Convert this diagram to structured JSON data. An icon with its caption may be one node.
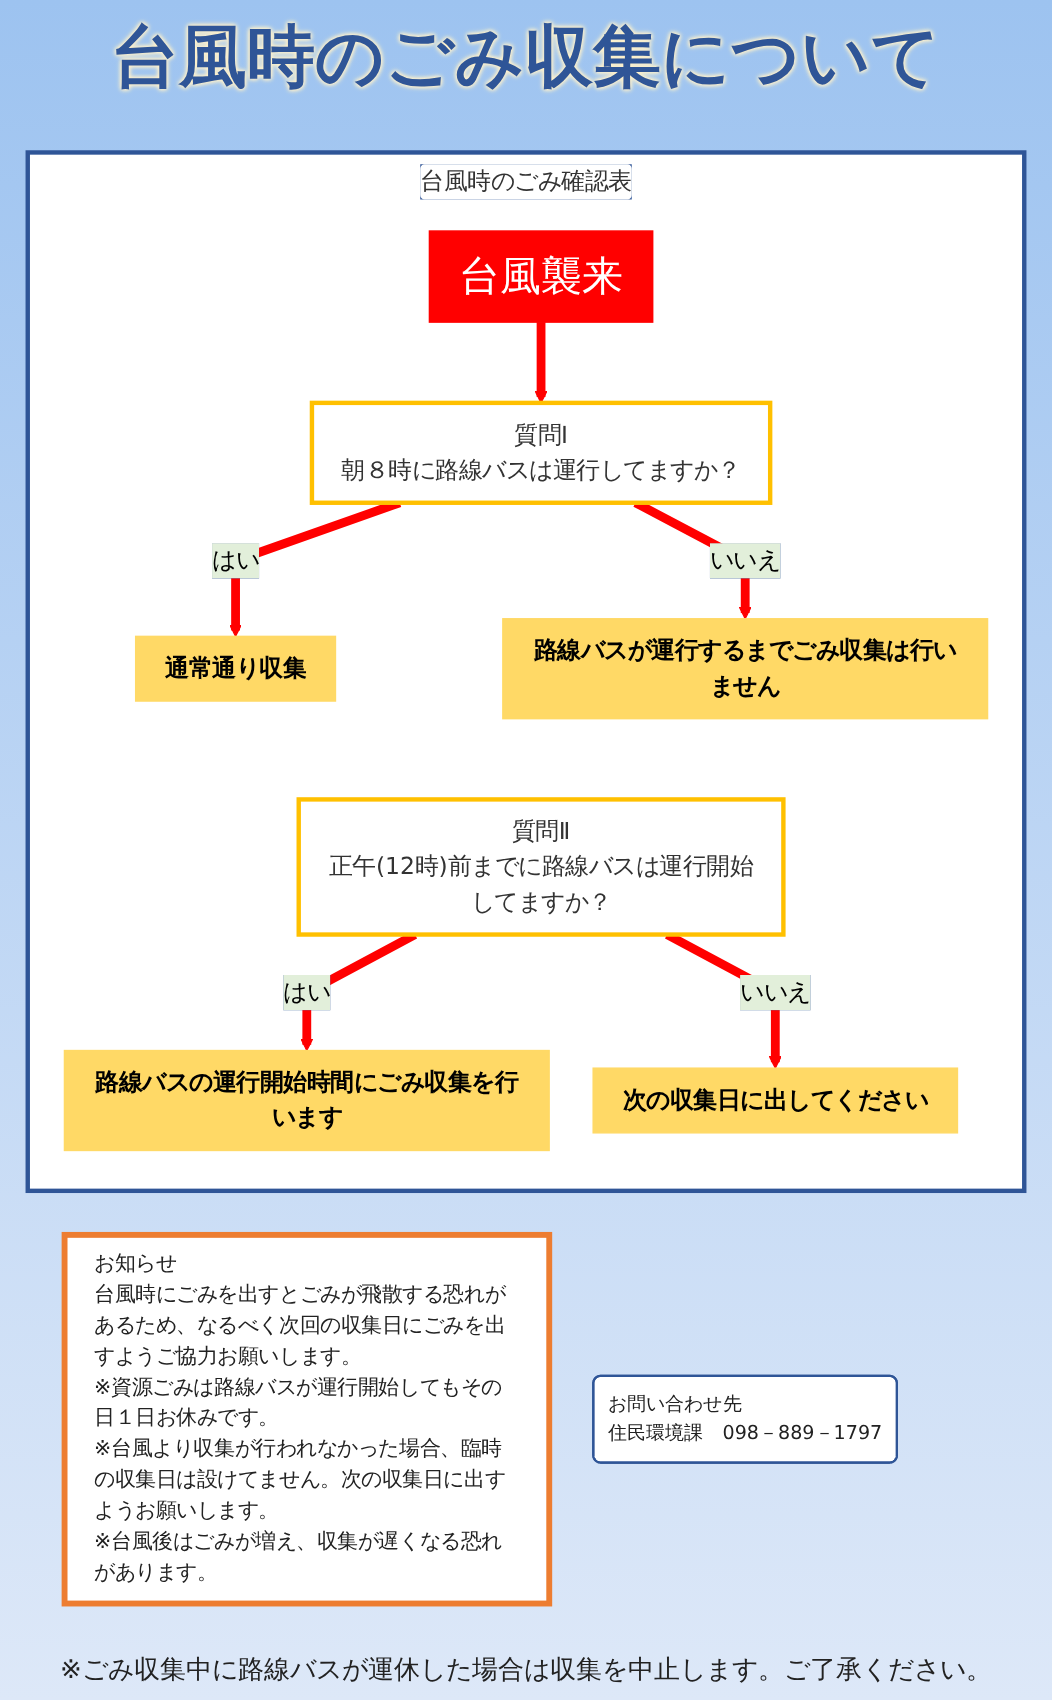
{
  "diagram": {
    "title": "台風時のごみ収集について",
    "nodes": [
      {
        "text": [
          "台風時のごみ確認表"
        ]
      },
      {
        "text": [
          "台風襲来"
        ],
        "in": 0
      },
      {
        "text": [
          "質問Ⅰ",
          "朝８時に路線バスは運行してますか？"
        ],
        "in": 0
      },
      {
        "text": [
          "通常通り収集"
        ],
        "in": 0
      },
      {
        "text": [
          "路線バスが運行するまでごみ収集は行いません"
        ],
        "in": 0
      },
      {
        "text": [
          "質問Ⅱ",
          "正午(12時)前までに路線バスは運行開始してますか？"
        ],
        "in": 0
      },
      {
        "text": [
          "路線バスの運行開始時間にごみ収集を行います"
        ],
        "in": 0
      },
      {
        "text": [
          "次の収集日に出してください"
        ],
        "in": 0
      },
      {
        "text": [
          "お知らせ",
          "台風時にごみを出すとごみが飛散する恐れがあるため、なるべく次回の収集日にごみを出すようご協力お願いします。",
          "※資源ごみは路線バスが運行開始してもその日１日お休みです。",
          "※台風より収集が行われなかった場合、臨時の収集日は設けてません。次の収集日に出すようお願いします。",
          "※台風後はごみが増え、収集が遅くなる恐れがあります。"
        ]
      },
      {
        "text": [
          "お問い合わせ先",
          "住民環境課　098－889－1797"
        ]
      }
    ],
    "edges": [
      {
        "from": 1,
        "to": 2,
        "arrow": "to"
      },
      {
        "from": 2,
        "to": 3,
        "arrow": "to",
        "label": "はい"
      },
      {
        "from": 2,
        "to": 4,
        "arrow": "to",
        "label": "いいえ"
      },
      {
        "from": 5,
        "to": 6,
        "arrow": "to",
        "label": "はい"
      },
      {
        "from": 5,
        "to": 7,
        "arrow": "to",
        "label": "いいえ"
      }
    ],
    "labels": [
      "※ごみ収集中に路線バスが運休した場合は収集を中止します。ご了承ください。"
    ]
  }
}
